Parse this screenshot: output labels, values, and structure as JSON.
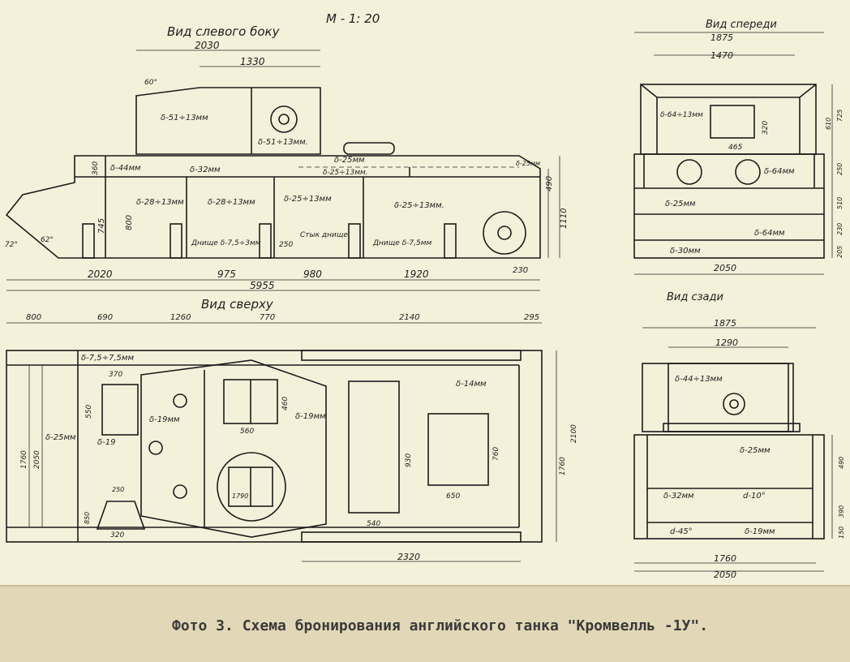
{
  "scale": "М - 1: 20",
  "side_view": {
    "title": "Вид слевого боку",
    "dims": [
      "2030",
      "1330",
      "2020",
      "975",
      "980",
      "1920",
      "5955",
      "230",
      "1110",
      "490",
      "745",
      "800",
      "360"
    ],
    "angles": [
      "60°",
      "62°",
      "72°"
    ],
    "labels": [
      "δ-51÷13мм",
      "δ-51÷13мм.",
      "δ-44мм",
      "δ-32мм",
      "δ-25мм",
      "δ-25÷13мм.",
      "δ-25мм",
      "δ-28÷13мм",
      "δ-28÷13мм",
      "δ-25÷13мм",
      "δ-25÷13мм.",
      "Днище δ-7,5÷3мм",
      "Стык днище",
      "Днище δ-7,5мм",
      "250"
    ]
  },
  "front_view": {
    "title": "Вид спереди",
    "dims": [
      "1875",
      "1470",
      "465",
      "320",
      "2050",
      "725",
      "610",
      "250",
      "510",
      "230",
      "205"
    ],
    "labels": [
      "δ-64÷13мм",
      "δ-64мм",
      "δ-25мм",
      "δ-64мм",
      "δ-30мм"
    ]
  },
  "top_view": {
    "title": "Вид сверху",
    "dims": [
      "800",
      "690",
      "1260",
      "770",
      "2140",
      "295",
      "370",
      "550",
      "560",
      "460",
      "650",
      "760",
      "540",
      "930",
      "250",
      "320",
      "1760",
      "2050",
      "2100",
      "2320",
      "1760",
      "850"
    ],
    "labels": [
      "δ-7,5÷7,5мм",
      "δ-19мм",
      "δ-19мм",
      "δ-19",
      "δ-25мм",
      "δ-14мм",
      "1790"
    ]
  },
  "rear_view": {
    "title": "Вид сзади",
    "dims": [
      "1875",
      "1290",
      "1760",
      "2050",
      "490",
      "390",
      "150"
    ],
    "labels": [
      "δ-44÷13мм",
      "δ-25мм",
      "δ-32мм",
      "d-10°",
      "d-45°",
      "δ-19мм"
    ]
  },
  "caption": "Фото 3. Схема бронирования английского танка \"Кромвелль -1У\"."
}
